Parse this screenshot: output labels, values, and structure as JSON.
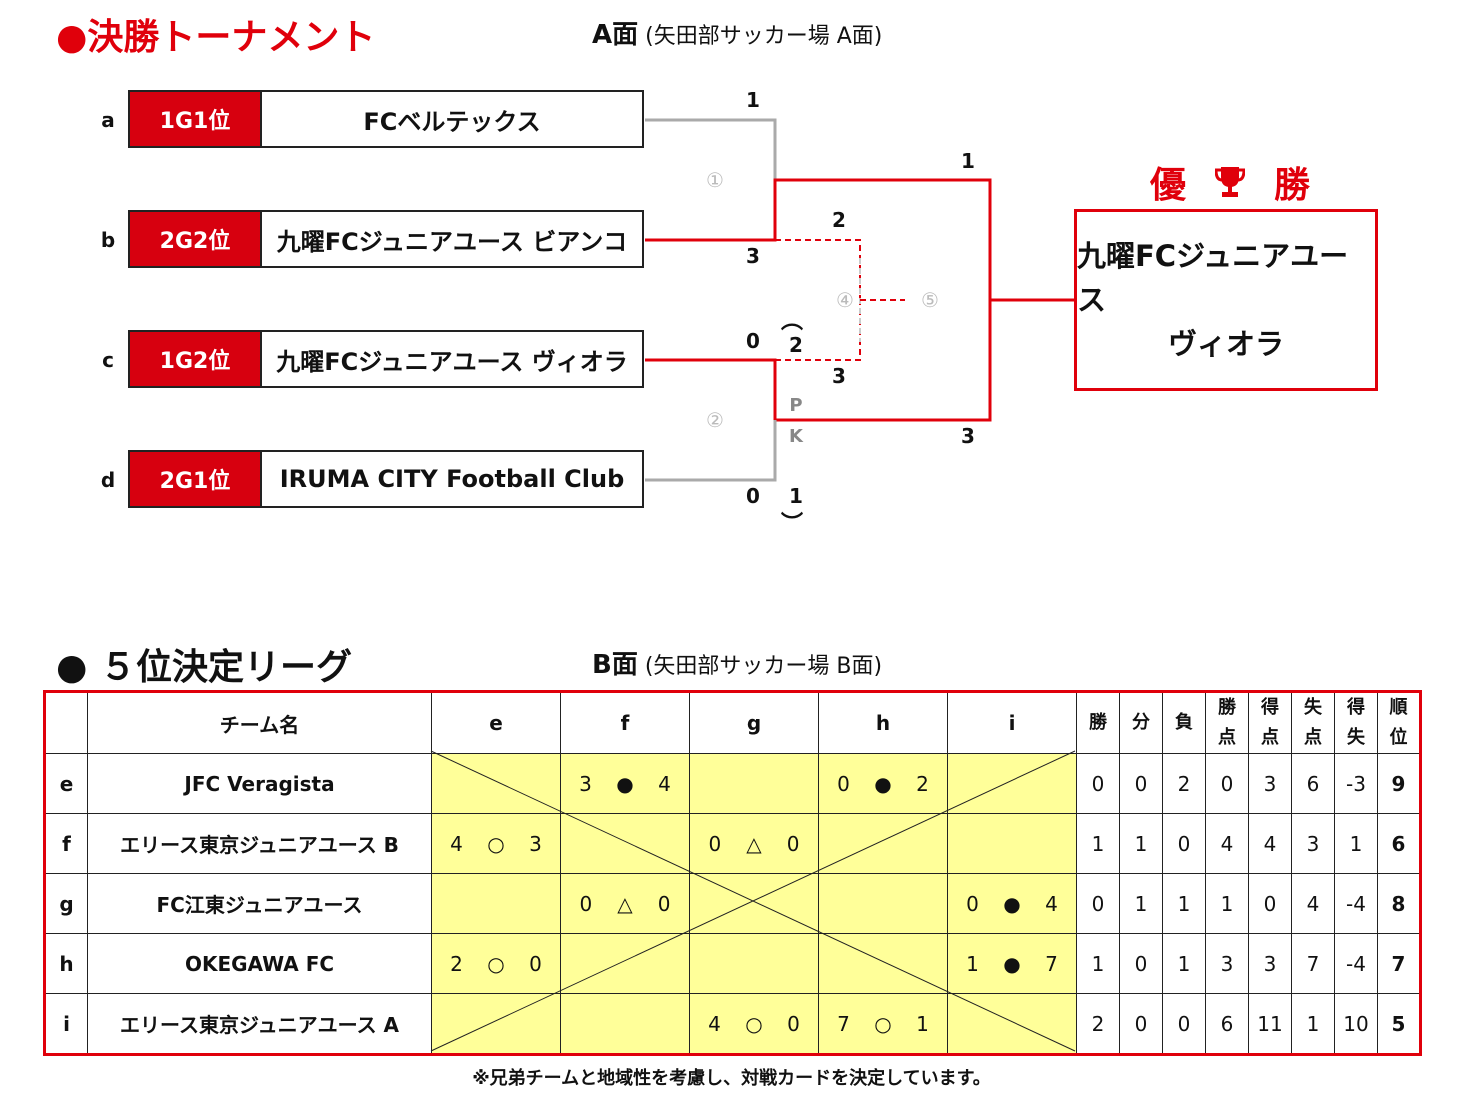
{
  "tournament": {
    "title": "決勝トーナメント",
    "court_label": "A面",
    "court_detail": "(矢田部サッカー場 A面)",
    "teams": [
      {
        "letter": "a",
        "seed": "1G1位",
        "name": "FCベルテックス"
      },
      {
        "letter": "b",
        "seed": "2G2位",
        "name": "九曜FCジュニアユース ビアンコ"
      },
      {
        "letter": "c",
        "seed": "1G2位",
        "name": "九曜FCジュニアユース ヴィオラ"
      },
      {
        "letter": "d",
        "seed": "2G1位",
        "name": "IRUMA CITY Football Club"
      }
    ],
    "match_numbers": [
      "①",
      "②",
      "④",
      "⑤"
    ],
    "scores": {
      "m1_top": "1",
      "m1_bottom": "3",
      "m2_top": "0",
      "m2_bottom": "0",
      "m2_pk_top": "2",
      "m2_pk_bottom": "1",
      "pk_label_1": "P",
      "pk_label_2": "K",
      "m4_top": "2",
      "m4_bottom": "3",
      "final_top": "1",
      "final_bottom": "3"
    },
    "champion_label_1": "優",
    "champion_icon": "trophy-icon",
    "champion_label_2": "勝",
    "champion_line1": "九曜FCジュニアユース",
    "champion_line2": "ヴィオラ"
  },
  "league": {
    "title": "５位決定リーグ",
    "court_label": "B面",
    "court_detail": "(矢田部サッカー場 B面)",
    "header": {
      "team_name": "チーム名",
      "opponents": [
        "e",
        "f",
        "g",
        "h",
        "i"
      ],
      "stats_row1": [
        "勝",
        "分",
        "負",
        "勝",
        "得",
        "失",
        "得",
        "順"
      ],
      "stats_row2": [
        "",
        "",
        "",
        "点",
        "点",
        "点",
        "失",
        "位"
      ]
    },
    "rows": [
      {
        "letter": "e",
        "name": "JFC Veragista",
        "results": [
          null,
          [
            "3",
            "●",
            "4"
          ],
          null,
          [
            "0",
            "●",
            "2"
          ],
          null
        ],
        "stats": [
          "0",
          "0",
          "2",
          "0",
          "3",
          "6",
          "-3"
        ],
        "rank": "9"
      },
      {
        "letter": "f",
        "name": "エリース東京ジュニアユース B",
        "results": [
          [
            "4",
            "○",
            "3"
          ],
          null,
          [
            "0",
            "△",
            "0"
          ],
          null,
          null
        ],
        "stats": [
          "1",
          "1",
          "0",
          "4",
          "4",
          "3",
          "1"
        ],
        "rank": "6"
      },
      {
        "letter": "g",
        "name": "FC江東ジュニアユース",
        "results": [
          null,
          [
            "0",
            "△",
            "0"
          ],
          null,
          null,
          [
            "0",
            "●",
            "4"
          ]
        ],
        "stats": [
          "0",
          "1",
          "1",
          "1",
          "0",
          "4",
          "-4"
        ],
        "rank": "8"
      },
      {
        "letter": "h",
        "name": "OKEGAWA FC",
        "results": [
          [
            "2",
            "○",
            "0"
          ],
          null,
          null,
          null,
          [
            "1",
            "●",
            "7"
          ]
        ],
        "stats": [
          "1",
          "0",
          "1",
          "3",
          "3",
          "7",
          "-4"
        ],
        "rank": "7"
      },
      {
        "letter": "i",
        "name": "エリース東京ジュニアユース A",
        "results": [
          null,
          null,
          [
            "4",
            "○",
            "0"
          ],
          [
            "7",
            "○",
            "1"
          ],
          null
        ],
        "stats": [
          "2",
          "0",
          "0",
          "6",
          "11",
          "1",
          "10"
        ],
        "rank": "5"
      }
    ],
    "note": "※兄弟チームと地域性を考慮し、対戦カードを決定しています。"
  },
  "colors": {
    "accent_red": "#e0000b",
    "seed_red": "#d7000f",
    "cell_yellow": "#ffff99",
    "line_gray": "#aaaaaa"
  }
}
